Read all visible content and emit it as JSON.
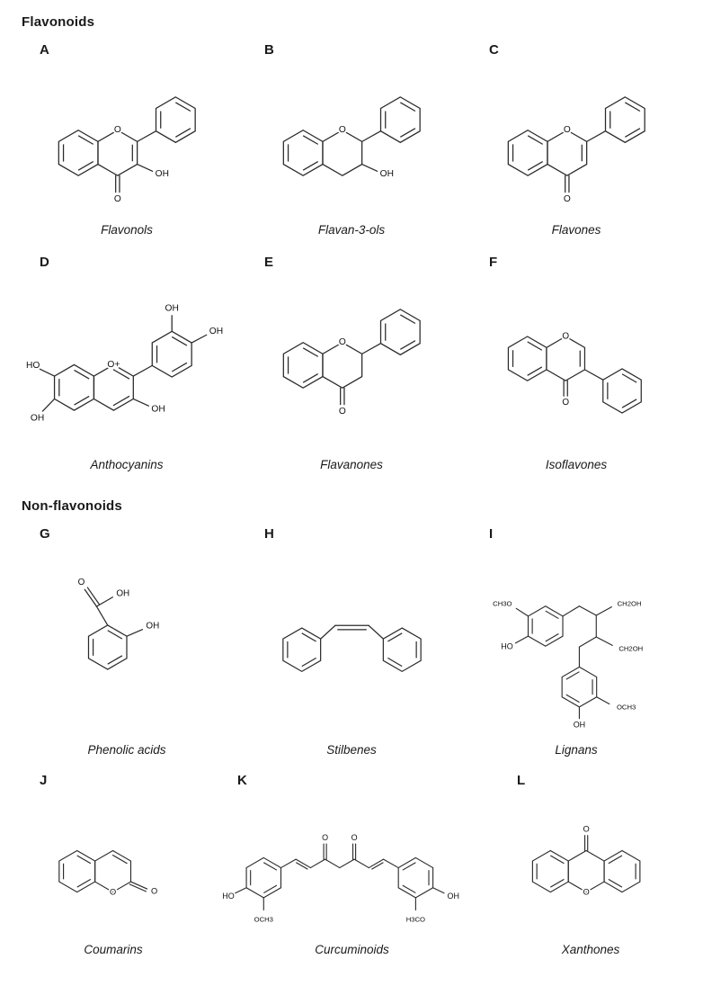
{
  "sections": [
    {
      "title": "Flavonoids"
    },
    {
      "title": "Non-flavonoids"
    }
  ],
  "structures": {
    "A": {
      "letter": "A",
      "name": "Flavonols",
      "atoms": {
        "ring_o": "O",
        "c3_oh": "OH",
        "ketone_o": "O"
      }
    },
    "B": {
      "letter": "B",
      "name": "Flavan-3-ols",
      "atoms": {
        "ring_o": "O",
        "c3_oh": "OH"
      }
    },
    "C": {
      "letter": "C",
      "name": "Flavones",
      "atoms": {
        "ring_o": "O",
        "ketone_o": "O"
      }
    },
    "D": {
      "letter": "D",
      "name": "Anthocyanins",
      "atoms": {
        "ring_o": "O+",
        "b_top_oh": "OH",
        "b_right_oh": "OH",
        "a_ho": "HO",
        "a_oh": "OH",
        "c3_oh": "OH"
      }
    },
    "E": {
      "letter": "E",
      "name": "Flavanones",
      "atoms": {
        "ring_o": "O",
        "ketone_o": "O"
      }
    },
    "F": {
      "letter": "F",
      "name": "Isoflavones",
      "atoms": {
        "ring_o": "O",
        "ketone_o": "O"
      }
    },
    "G": {
      "letter": "G",
      "name": "Phenolic acids",
      "atoms": {
        "carboxyl_o": "O",
        "carboxyl_oh": "OH",
        "ring_oh": "OH"
      }
    },
    "H": {
      "letter": "H",
      "name": "Stilbenes",
      "atoms": {}
    },
    "I": {
      "letter": "I",
      "name": "Lignans",
      "atoms": {
        "ch3o": "CH3O",
        "ho": "HO",
        "ch2oh_top": "CH2OH",
        "ch2oh_mid": "CH2OH",
        "och3": "OCH3",
        "oh": "OH"
      }
    },
    "J": {
      "letter": "J",
      "name": "Coumarins",
      "atoms": {
        "ring_o": "O",
        "ketone_o": "O"
      }
    },
    "K": {
      "letter": "K",
      "name": "Curcuminoids",
      "atoms": {
        "ho": "HO",
        "och3": "OCH3",
        "keto_o_left": "O",
        "keto_o_right": "O",
        "oh": "OH",
        "h3co": "H3CO"
      }
    },
    "L": {
      "letter": "L",
      "name": "Xanthones",
      "atoms": {
        "ketone_o": "O",
        "ring_o": "O"
      }
    }
  }
}
